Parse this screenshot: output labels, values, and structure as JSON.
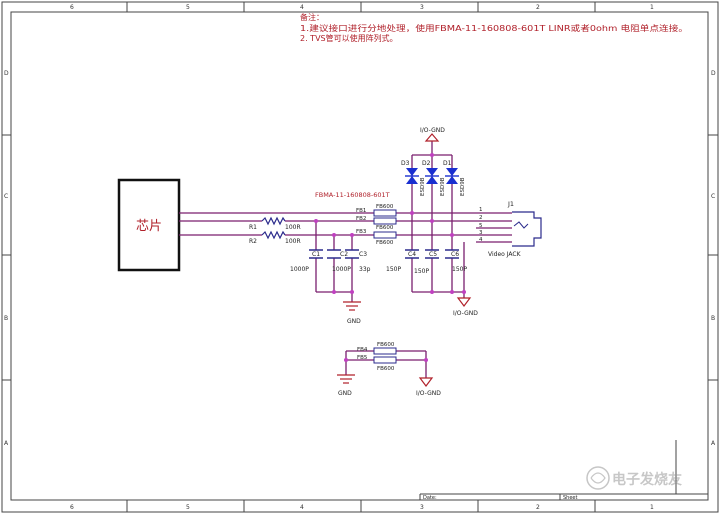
{
  "notes": {
    "heading": "备注：",
    "line1": "1.建议接口进行分地处理，使用FBMA-11-160808-601T LINR或者0ohm 电阻单点连接。",
    "line2": "2. TVS管可以使用阵列式。"
  },
  "border": {
    "top_numbers": [
      "6",
      "5",
      "4",
      "3",
      "2",
      "1"
    ],
    "bottom_numbers": [
      "6",
      "5",
      "4",
      "3",
      "2",
      "1"
    ],
    "left_letters": [
      "D",
      "C",
      "B",
      "A"
    ],
    "right_letters": [
      "D",
      "C",
      "B",
      "A"
    ]
  },
  "chip": {
    "label": "芯片"
  },
  "resistors": [
    {
      "ref": "R1",
      "value": "100R"
    },
    {
      "ref": "R2",
      "value": "100R"
    }
  ],
  "capacitors": [
    {
      "ref": "C1",
      "value": "1000P"
    },
    {
      "ref": "C2",
      "value": "1000P"
    },
    {
      "ref": "C3",
      "value": "33p"
    },
    {
      "ref": "C4",
      "value": "150P"
    },
    {
      "ref": "C5",
      "value": "150P"
    },
    {
      "ref": "C6",
      "value": "150P"
    }
  ],
  "diodes": [
    {
      "ref": "D3",
      "part": "ESD9B"
    },
    {
      "ref": "D2",
      "part": "ESD9B"
    },
    {
      "ref": "D1",
      "part": "ESD9B"
    }
  ],
  "ferrites": {
    "part_note": "FBMA-11-160808-601T",
    "fb1": {
      "ref": "FB1",
      "value": "FB600"
    },
    "fb2": {
      "ref": "FB2",
      "value": "FB600"
    },
    "fb3": {
      "ref": "FB3",
      "value": "FB600"
    },
    "fb4": {
      "ref": "FB4",
      "value": "FB600"
    },
    "fb5": {
      "ref": "FB5",
      "value": "FB600"
    }
  },
  "connector": {
    "ref": "J1",
    "name": "Video JACK",
    "pins": [
      "1",
      "2",
      "5",
      "3",
      "4"
    ]
  },
  "grounds": {
    "io_gnd_top": "I/O-GND",
    "gnd_mid": "GND",
    "io_gnd_mid": "I/O-GND",
    "gnd_bottom": "GND",
    "io_gnd_bottom": "I/O-GND"
  },
  "title_block": {
    "date_label": "Date:",
    "sheet_label": "Sheet"
  },
  "watermark": "电子发烧友",
  "colors": {
    "wire": "#7a1e6e",
    "component": "#2b2b8c",
    "diode": "#1a2fd0",
    "label_red": "#b0202a",
    "text": "#202020",
    "junction": "#c040c0"
  }
}
